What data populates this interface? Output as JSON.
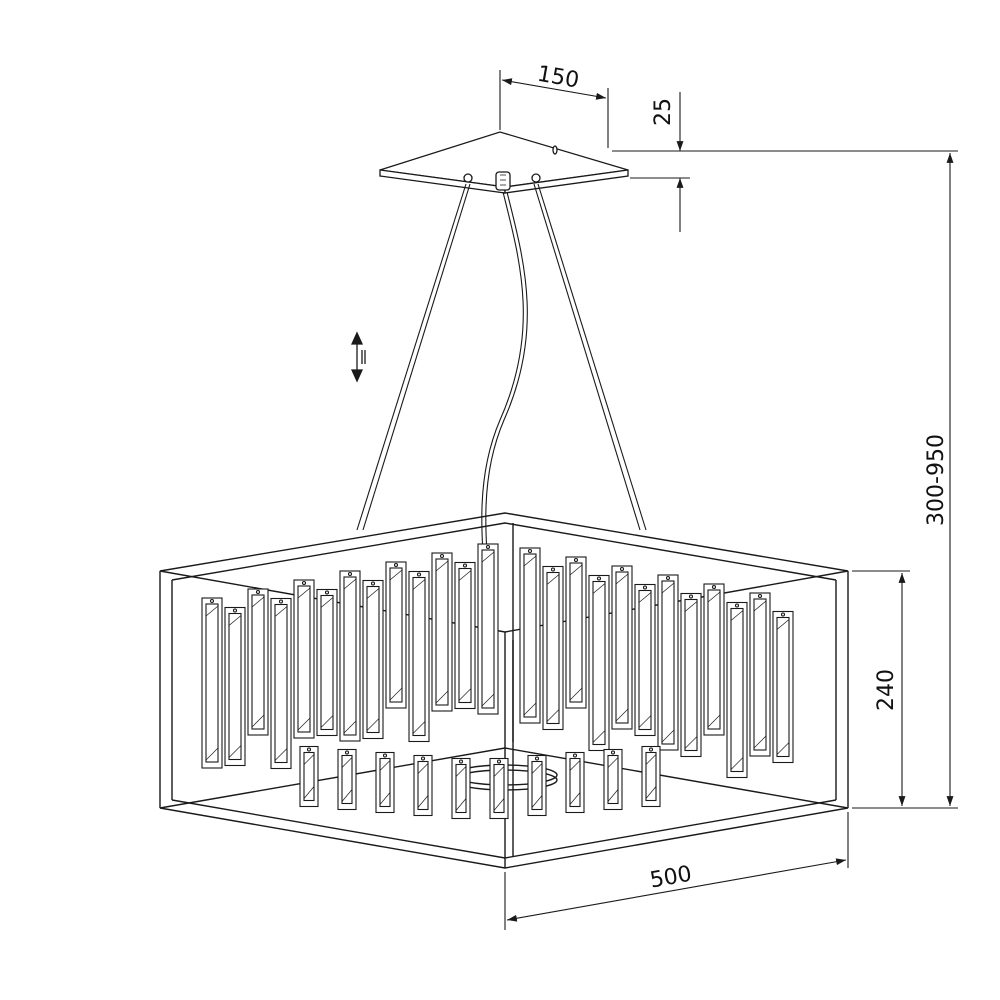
{
  "dimensions": {
    "canopy_width": "150",
    "canopy_height": "25",
    "total_height": "300-950",
    "body_height": "240",
    "body_width": "500"
  },
  "icons": {
    "adjustable_height": "vertical-double-arrow-icon"
  },
  "colors": {
    "line": "#1a1a1a",
    "background": "#ffffff"
  }
}
